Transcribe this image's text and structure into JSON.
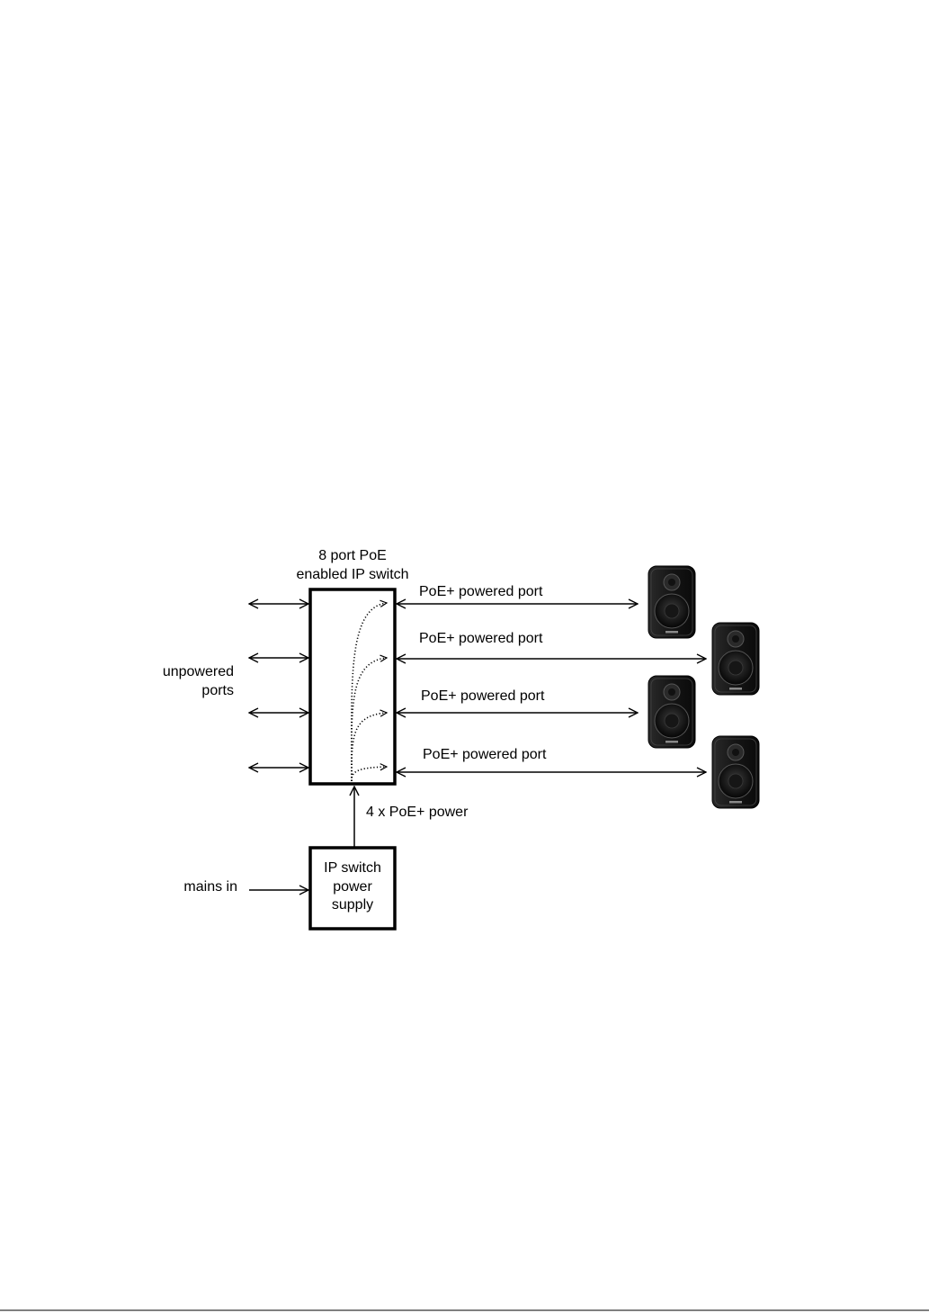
{
  "diagram": {
    "switch_label": {
      "line1": "8 port PoE",
      "line2": "enabled IP switch"
    },
    "unpowered_label": {
      "line1": "unpowered",
      "line2": "ports"
    },
    "powered_port_labels": [
      "PoE+ powered port",
      "PoE+ powered port",
      "PoE+ powered port",
      "PoE+ powered port"
    ],
    "power_label": "4 x PoE+ power",
    "supply_label": {
      "line1": "IP switch",
      "line2": "power",
      "line3": "supply"
    },
    "mains_label": "mains in",
    "colors": {
      "stroke": "#000000",
      "speaker_body": "#1a1a1a",
      "speaker_highlight": "#4a4a4a",
      "background": "#ffffff"
    },
    "icons": [
      "speaker-icon",
      "arrow-icon"
    ]
  }
}
